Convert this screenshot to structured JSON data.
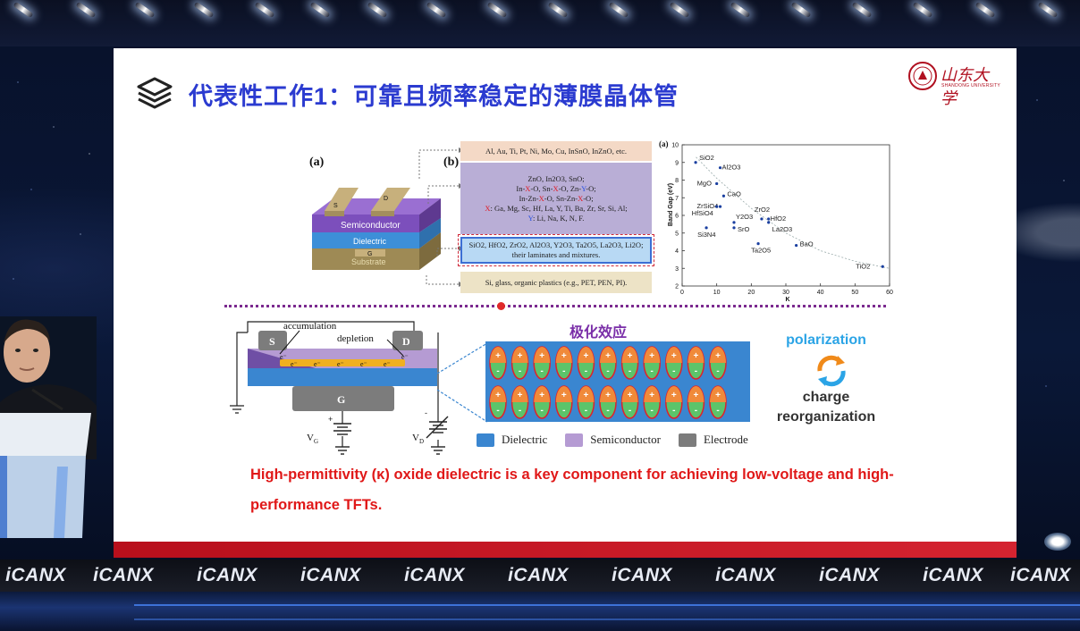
{
  "slide": {
    "title": "代表性工作1：可靠且频率稳定的薄膜晶体管",
    "logo": {
      "name": "山东大学",
      "sub": "SHANDONG UNIVERSITY"
    },
    "figure_a": {
      "label": "(a)",
      "layers": {
        "semiconductor": "Semiconductor",
        "dielectric": "Dielectric",
        "substrate": "Substrate"
      },
      "electrodes": {
        "s": "S",
        "d": "D",
        "g": "G"
      }
    },
    "figure_b": {
      "label": "(b)",
      "electrode": "Al, Au, Ti, Pt, Ni, Mo, Cu, InSnO, InZnO, etc.",
      "semiconductor": {
        "line1": "ZnO, In2O3, SnO;",
        "line2_pre": "In-",
        "line2_x": "X",
        "line2_mid": "-O, Sn-",
        "line2_x2": "X",
        "line2_mid2": "-O, Zn-",
        "line2_y": "Y",
        "line2_end": "-O;",
        "line3_pre": "In-Zn-",
        "line3_x": "X",
        "line3_mid": "-O, Sn-Zn-",
        "line3_x2": "X",
        "line3_end": "-O;",
        "line4_x": "X",
        "line4_rest": ": Ga, Mg, Sc, Hf, La, Y, Ti, Ba, Zr, Sr, Si, Al;",
        "line5_y": "Y",
        "line5_rest": ": Li, Na, K, N, F."
      },
      "dielectric": {
        "line1": "SiO2, HfO2, ZrO2, Al2O3, Y2O3, Ta2O5, La2O3, Li2O;",
        "line2": "their laminates and mixtures."
      },
      "substrate": "Si, glass, organic plastics (e.g., PET, PEN, PI)."
    },
    "tft": {
      "s": "S",
      "d": "D",
      "g": "G",
      "accumulation": "accumulation",
      "depletion": "depletion",
      "vg": "V",
      "vg_sub": "G",
      "vd": "V",
      "vd_sub": "D",
      "electron": "e⁻"
    },
    "polarization": {
      "title": "极化效应",
      "plus": "+",
      "minus": "-",
      "label_top": "polarization",
      "label_bottom": "charge reorganization"
    },
    "legend": {
      "dielectric": "Dielectric",
      "semiconductor": "Semiconductor",
      "electrode": "Electrode"
    },
    "caption": "High-permittivity (κ) oxide dielectric is a key component for achieving low-voltage and high-performance TFTs."
  },
  "chart_data": {
    "type": "scatter",
    "panel_label": "(a)",
    "xlabel": "K",
    "ylabel": "Band Gap (eV)",
    "xlim": [
      0,
      60
    ],
    "ylim": [
      2,
      10
    ],
    "xticks": [
      0,
      10,
      20,
      30,
      40,
      50,
      60
    ],
    "yticks": [
      2,
      3,
      4,
      5,
      6,
      7,
      8,
      9,
      10
    ],
    "points": [
      {
        "label": "SiO2",
        "x": 3.9,
        "y": 9.0
      },
      {
        "label": "Al2O3",
        "x": 11,
        "y": 8.7
      },
      {
        "label": "MgO",
        "x": 10,
        "y": 7.8
      },
      {
        "label": "CaO",
        "x": 12,
        "y": 7.1
      },
      {
        "label": "ZrSiO4",
        "x": 11,
        "y": 6.5
      },
      {
        "label": "HfSiO4",
        "x": 10,
        "y": 6.5
      },
      {
        "label": "Y2O3",
        "x": 15,
        "y": 5.6
      },
      {
        "label": "ZrO2",
        "x": 23,
        "y": 5.8
      },
      {
        "label": "HfO2",
        "x": 25,
        "y": 5.8
      },
      {
        "label": "La2O3",
        "x": 25,
        "y": 5.6
      },
      {
        "label": "SrO",
        "x": 15,
        "y": 5.3
      },
      {
        "label": "Si3N4",
        "x": 7,
        "y": 5.3
      },
      {
        "label": "Ta2O5",
        "x": 22,
        "y": 4.4
      },
      {
        "label": "BaO",
        "x": 33,
        "y": 4.3
      },
      {
        "label": "TiO2",
        "x": 58,
        "y": 3.1
      }
    ]
  },
  "banner": {
    "items": [
      "iCANX",
      "iCANX",
      "iCANX",
      "iCANX",
      "iCANX",
      "iCANX",
      "iCANX",
      "iCANX",
      "iCANX",
      "iCANX",
      "iCANX"
    ]
  },
  "colors": {
    "title_blue": "#2b3bd0",
    "caption_red": "#e01818",
    "footer_red": "#c41a26",
    "dielectric": "#3a86d0",
    "semiconductor": "#b59bd3",
    "electrode": "#7c7c7c"
  }
}
